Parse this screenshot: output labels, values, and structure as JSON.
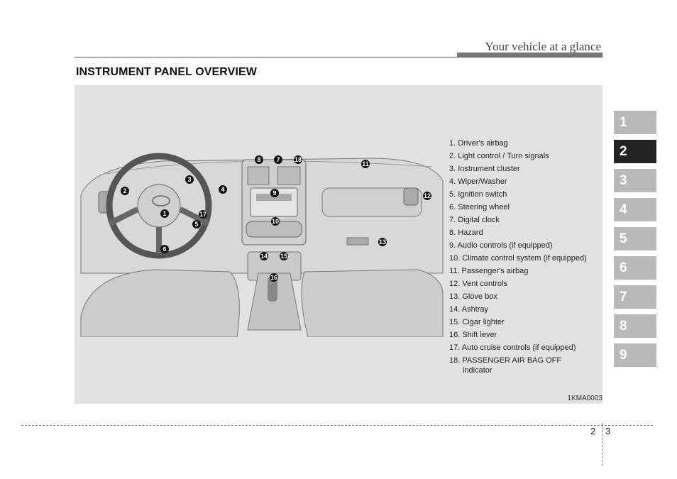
{
  "header": {
    "title": "Your vehicle at a glance"
  },
  "section": {
    "title": "INSTRUMENT PANEL OVERVIEW"
  },
  "legend": {
    "items": [
      "1. Driver's airbag",
      "2. Light control / Turn signals",
      "3. Instrument cluster",
      "4. Wiper/Washer",
      "5. Ignition switch",
      "6. Steering wheel",
      "7. Digital clock",
      "8. Hazard",
      "9. Audio controls (if equipped)",
      "10. Climate control system (if equipped)",
      "11. Passenger's airbag",
      "12. Vent controls",
      "13. Glove box",
      "14. Ashtray",
      "15. Cigar lighter",
      "16. Shift lever",
      "17. Auto cruise controls (if equipped)"
    ],
    "item18_line1": "18. PASSENGER AIR BAG OFF",
    "item18_line2": "indicator"
  },
  "callouts": [
    "1",
    "2",
    "3",
    "4",
    "5",
    "6",
    "7",
    "8",
    "9",
    "10",
    "11",
    "12",
    "13",
    "14",
    "15",
    "16",
    "17",
    "18"
  ],
  "figure_code": "1KMA0003",
  "chapter_tabs": [
    "1",
    "2",
    "3",
    "4",
    "5",
    "6",
    "7",
    "8",
    "9"
  ],
  "active_chapter": "2",
  "page_numbers": {
    "chapter": "2",
    "page": "3"
  }
}
